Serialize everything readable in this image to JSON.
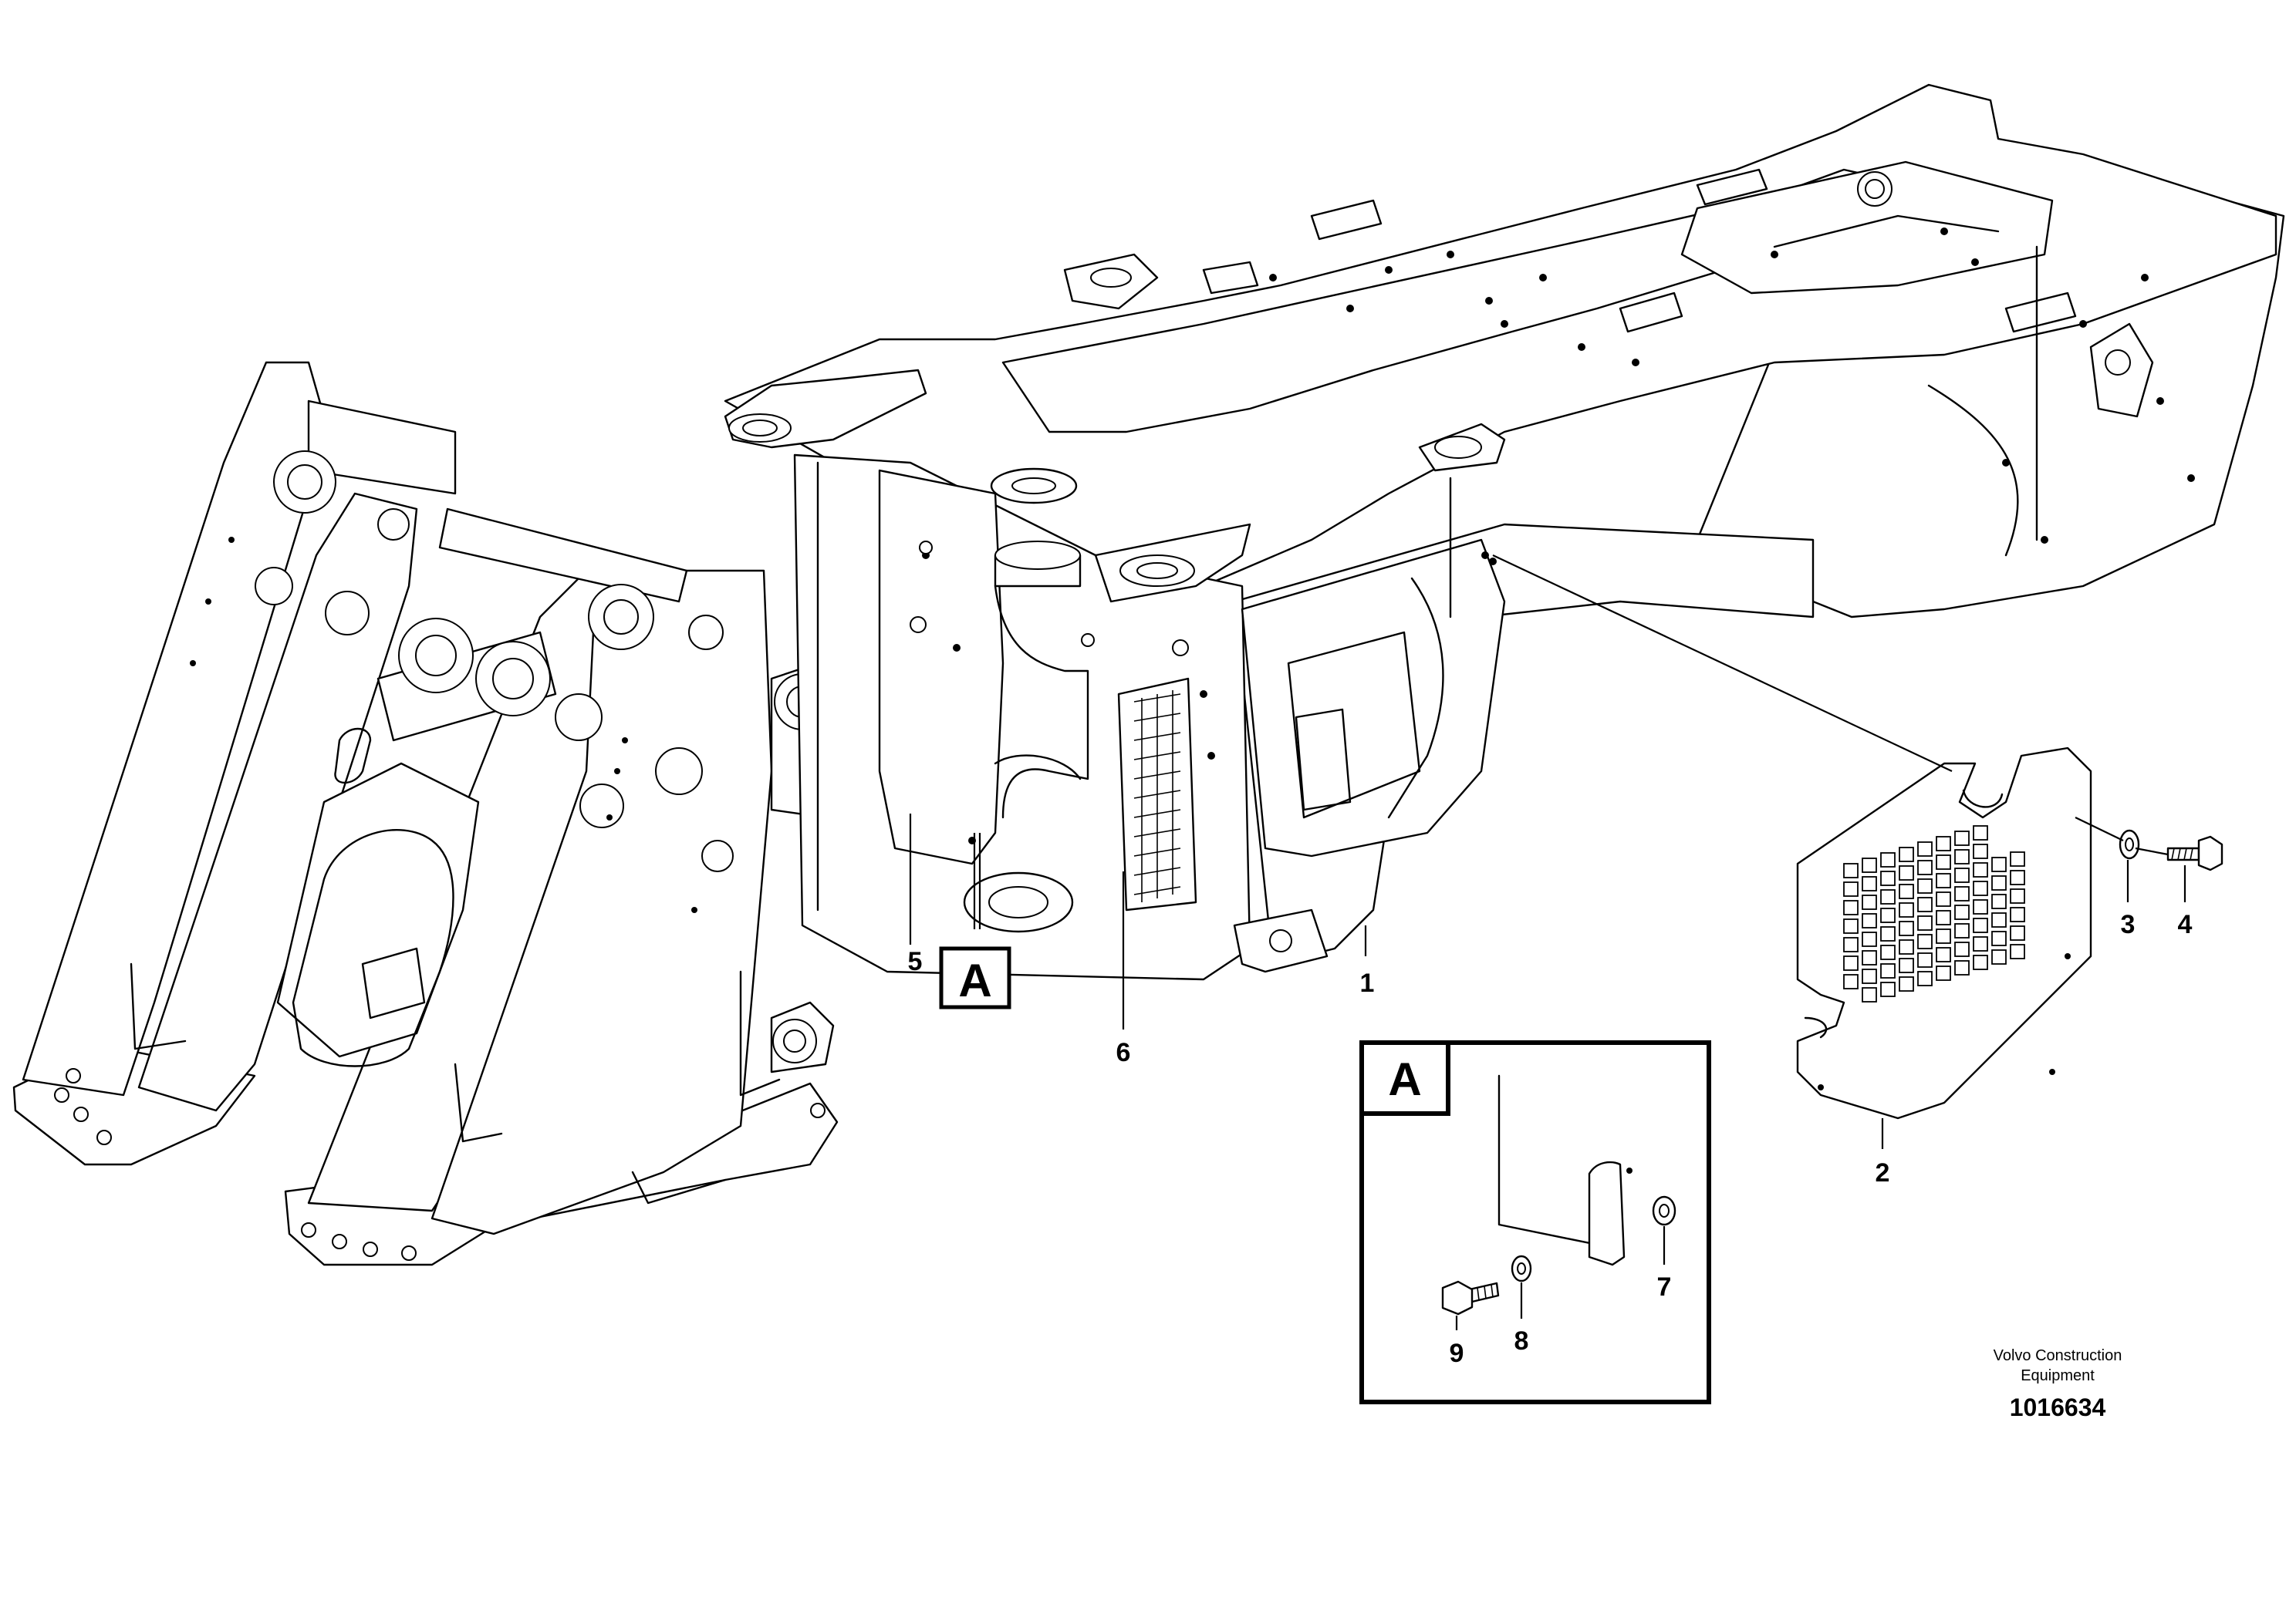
{
  "callouts": {
    "c1": "1",
    "c2": "2",
    "c3": "3",
    "c4": "4",
    "c5": "5",
    "c6": "6",
    "c7": "7",
    "c8": "8",
    "c9": "9"
  },
  "detail_view": {
    "reference_label": "A",
    "box_label": "A"
  },
  "credit": {
    "line1": "Volvo Construction",
    "line2": "Equipment"
  },
  "document_number": "1016634"
}
